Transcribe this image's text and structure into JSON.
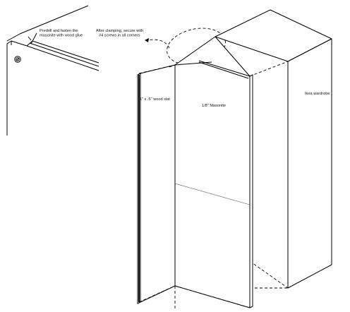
{
  "diagram": {
    "labels": {
      "predrill_line1": "Predrill and fasten the",
      "predrill_line2": "masonite with wood glue",
      "clamp_line1": "After clamping, secure with",
      "clamp_line2": "#4 screws in all corners",
      "slat": "1\" x .5\" wood slat",
      "masonite": "1/8\" Masonite",
      "wardrobe": "Ikea wardrobe"
    },
    "icons": {
      "screw": "screw-icon",
      "arrow": "dashed-arrow"
    }
  }
}
